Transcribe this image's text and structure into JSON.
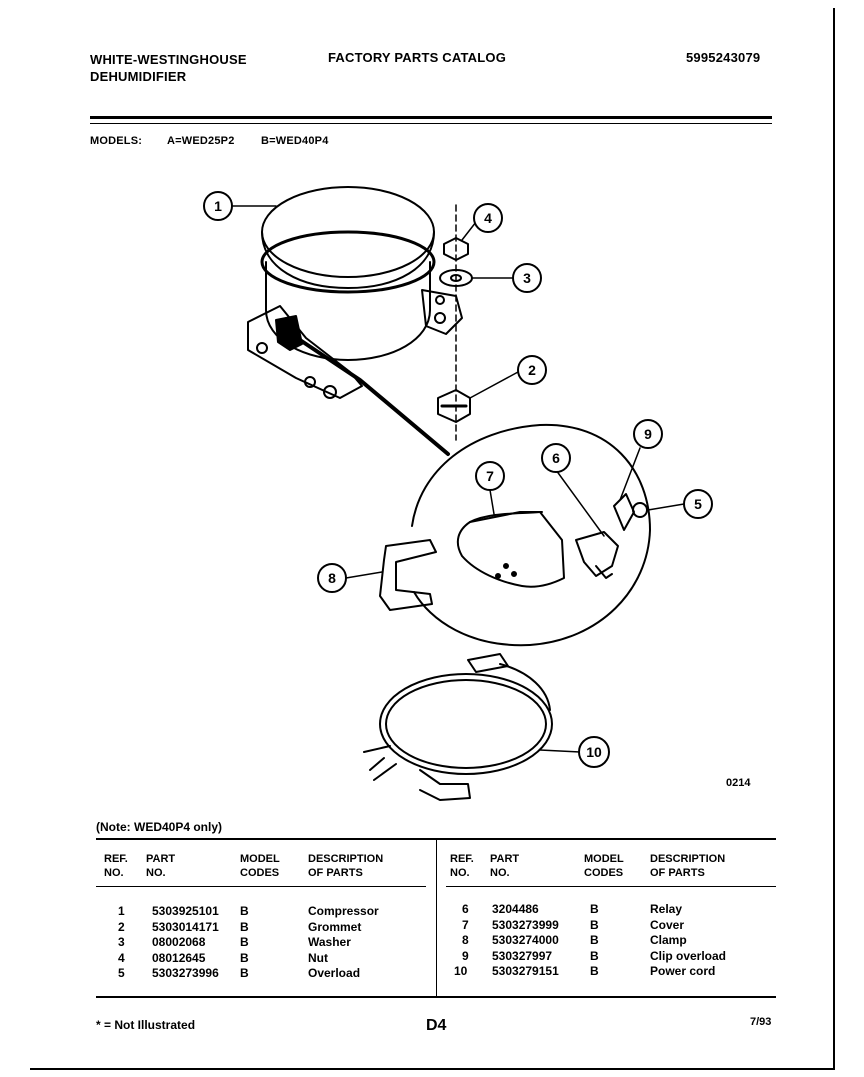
{
  "header": {
    "brand_line1": "WHITE-WESTINGHOUSE",
    "brand_line2": "DEHUMIDIFIER",
    "catalog_title": "FACTORY PARTS CATALOG",
    "catalog_number": "5995243079",
    "models_label": "MODELS:",
    "model_a": "A=WED25P2",
    "model_b": "B=WED40P4"
  },
  "diagram": {
    "callouts": [
      "1",
      "2",
      "3",
      "4",
      "5",
      "6",
      "7",
      "8",
      "9",
      "10"
    ],
    "figure_code": "0214"
  },
  "note": "(Note: WED40P4 only)",
  "table": {
    "headers": {
      "ref_line1": "REF.",
      "ref_line2": "NO.",
      "part_line1": "PART",
      "part_line2": "NO.",
      "model_line1": "MODEL",
      "model_line2": "CODES",
      "desc_line1": "DESCRIPTION",
      "desc_line2": "OF PARTS"
    },
    "left_rows": [
      {
        "ref": "1",
        "part": "5303925101",
        "code": "B",
        "desc": "Compressor"
      },
      {
        "ref": "2",
        "part": "5303014171",
        "code": "B",
        "desc": "Grommet"
      },
      {
        "ref": "3",
        "part": "08002068",
        "code": "B",
        "desc": "Washer"
      },
      {
        "ref": "4",
        "part": "08012645",
        "code": "B",
        "desc": "Nut"
      },
      {
        "ref": "5",
        "part": "5303273996",
        "code": "B",
        "desc": "Overload"
      }
    ],
    "right_rows": [
      {
        "ref": "6",
        "part": "3204486",
        "code": "B",
        "desc": "Relay"
      },
      {
        "ref": "7",
        "part": "5303273999",
        "code": "B",
        "desc": "Cover"
      },
      {
        "ref": "8",
        "part": "5303274000",
        "code": "B",
        "desc": "Clamp"
      },
      {
        "ref": "9",
        "part": "530327997",
        "code": "B",
        "desc": "Clip overload"
      },
      {
        "ref": "10",
        "part": "5303279151",
        "code": "B",
        "desc": "Power cord"
      }
    ]
  },
  "footer": {
    "legend": "* = Not Illustrated",
    "page": "D4",
    "date": "7/93"
  }
}
